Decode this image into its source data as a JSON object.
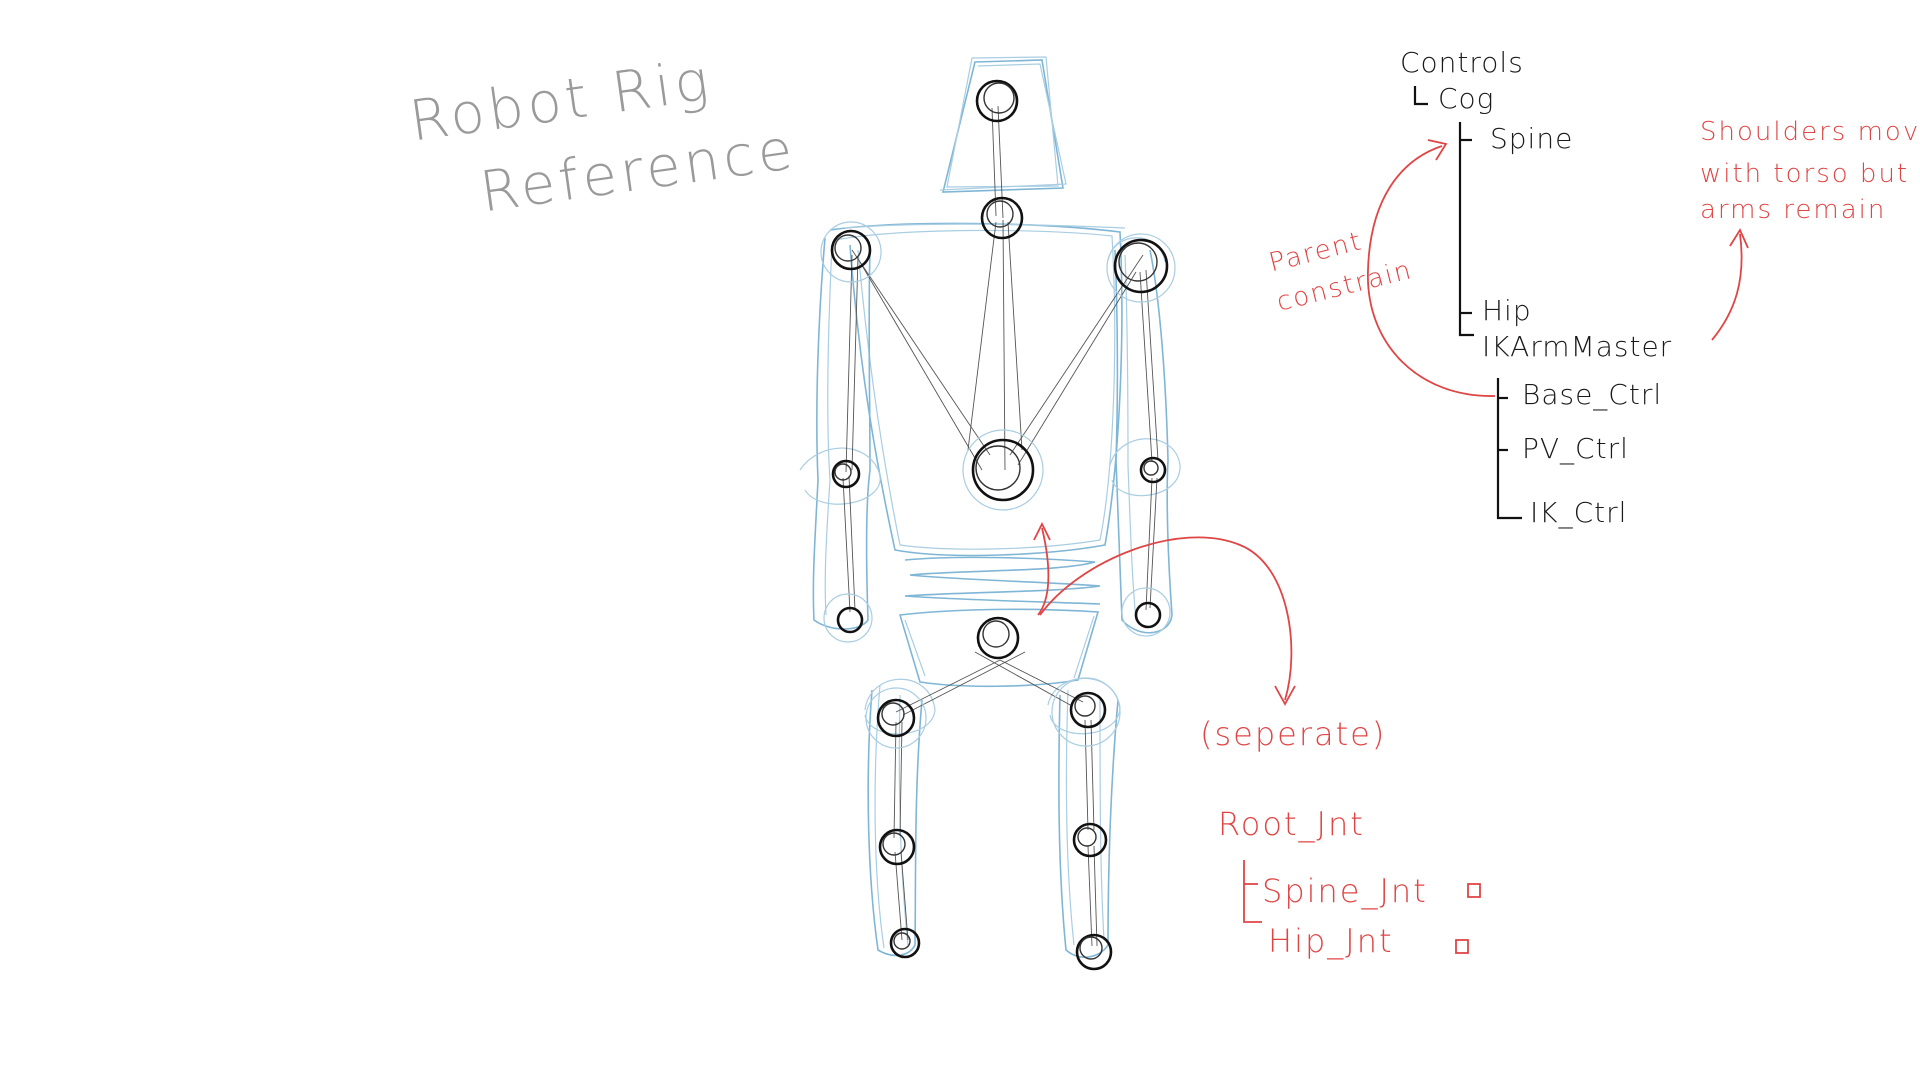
{
  "title": {
    "line1": "Robot Rig",
    "line2": "Reference"
  },
  "controls": {
    "heading": "Controls",
    "cog": "Cog",
    "spine": "Spine",
    "hip": "Hip",
    "ik_arm_master": "IKArmMaster",
    "base_ctrl": "Base_Ctrl",
    "pv_ctrl": "PV_Ctrl",
    "ik_ctrl": "IK_Ctrl"
  },
  "notes": {
    "parent_line1": "Parent",
    "parent_line2": "constrain",
    "shoulders_line1": "Shoulders move",
    "shoulders_line2": "with torso but",
    "shoulders_line3": "arms remain",
    "separate": "(seperate)"
  },
  "joints": {
    "root": "Root_Jnt",
    "spine": "Spine_Jnt",
    "hip": "Hip_Jnt"
  },
  "colors": {
    "ink": "#111111",
    "sketch_blue": "#7fb6d6",
    "annotation_red": "#e04545",
    "title_grey": "#9a9a9a"
  }
}
